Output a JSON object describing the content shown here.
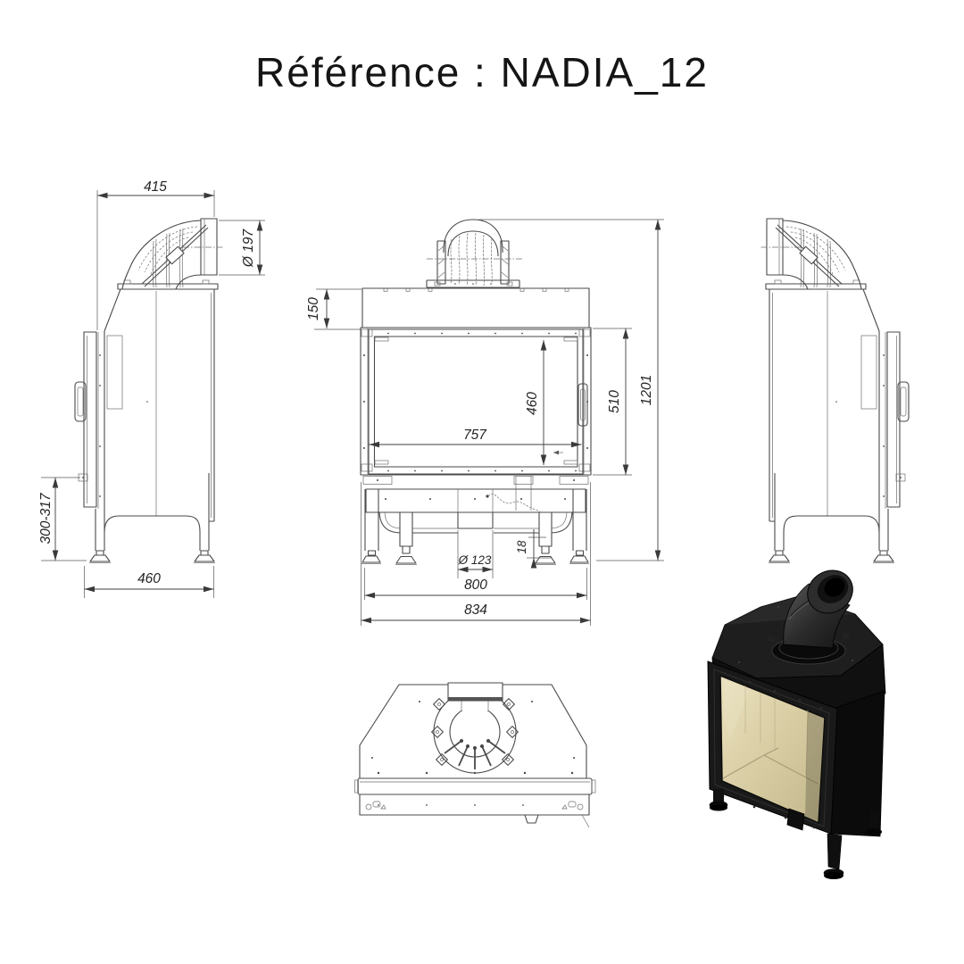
{
  "title": "Référence : NADIA_12",
  "colors": {
    "background": "#ffffff",
    "line": "#4a4a4a",
    "dimension_text": "#262626",
    "render_body": "#121212",
    "render_glass": "#d9cda2"
  },
  "views": {
    "side_left": {
      "name": "left side view",
      "top_depth": "415",
      "flue_diameter": "Ø 197",
      "base_clearance": "300-317",
      "overall_depth": "460"
    },
    "front": {
      "name": "front view",
      "hood_height": "150",
      "glass_height": "460",
      "glass_width": "757",
      "door_height": "510",
      "overall_height": "1201",
      "intake_diameter": "Ø 123",
      "foot_height": "18",
      "leg_span": "800",
      "overall_width": "834"
    },
    "side_right": {
      "name": "right side view"
    },
    "top": {
      "name": "top view"
    },
    "render": {
      "name": "3D product render"
    }
  }
}
